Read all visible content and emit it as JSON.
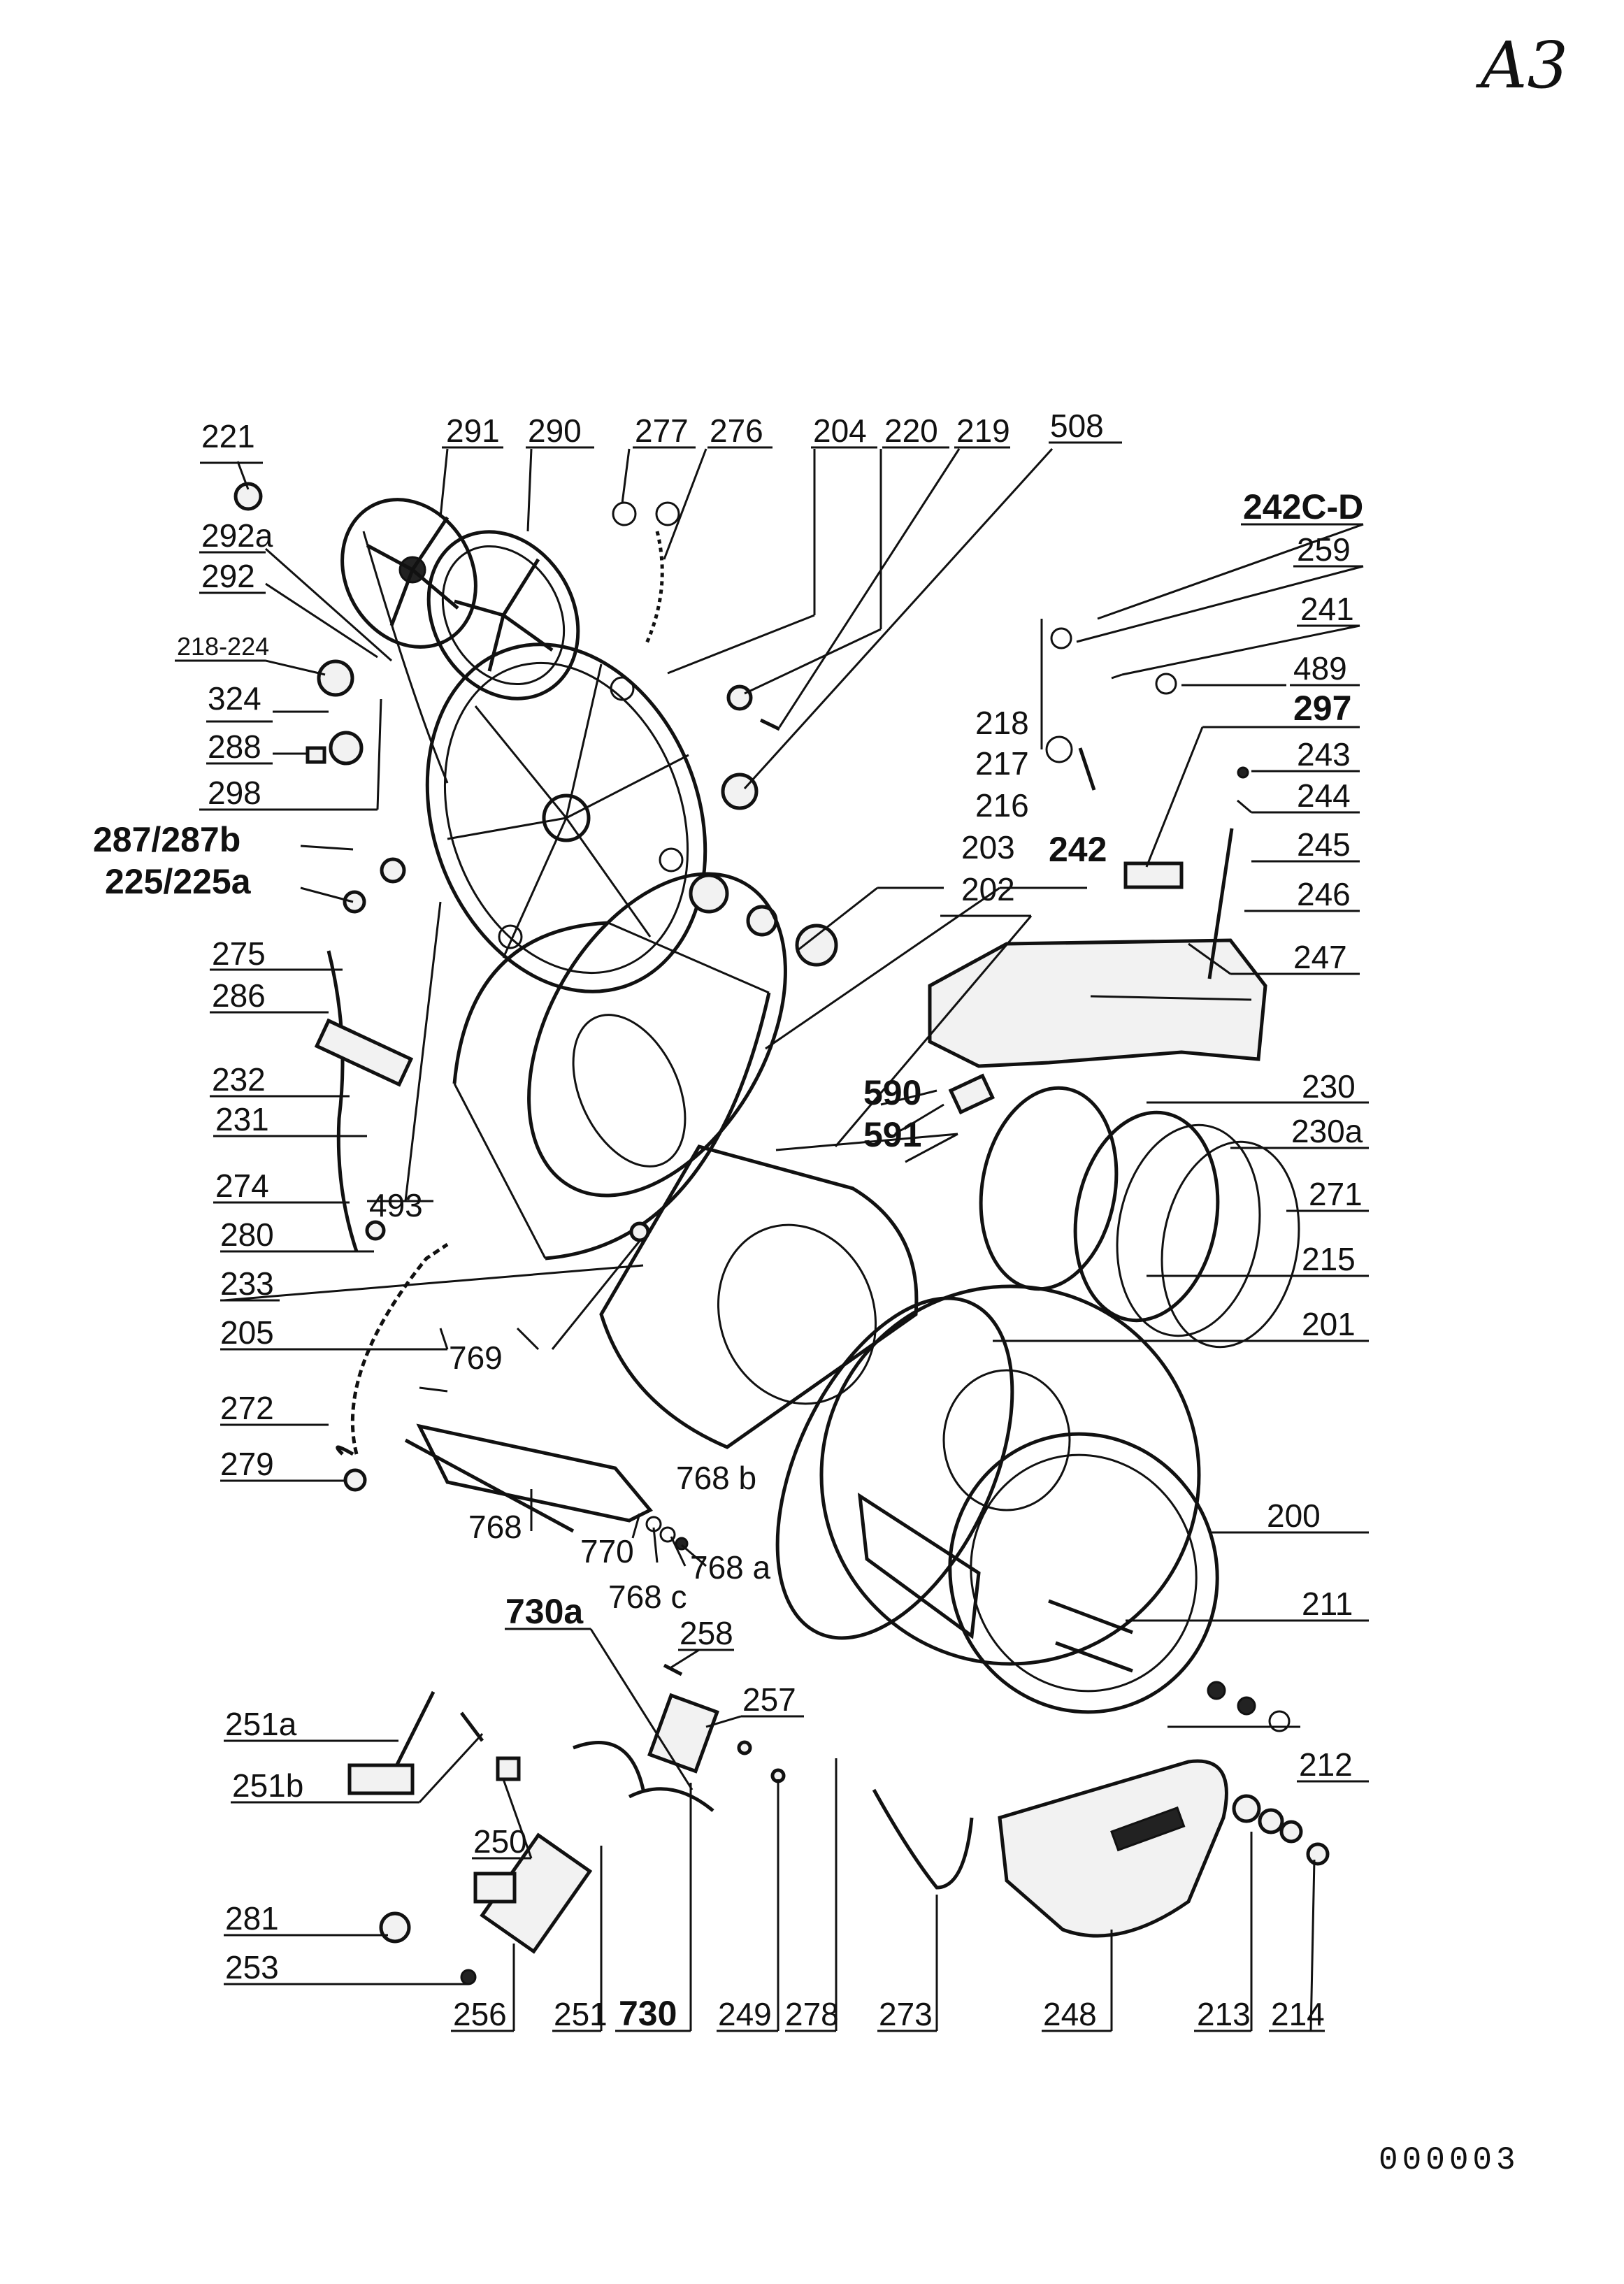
{
  "page_marker": "A3",
  "document_code": "000003",
  "part_labels": [
    "221",
    "291",
    "290",
    "277",
    "276",
    "204",
    "220",
    "219",
    "508",
    "242C-D",
    "259",
    "241",
    "489",
    "297",
    "243",
    "244",
    "245",
    "246",
    "247",
    "292a",
    "292",
    "218-224",
    "324",
    "288",
    "298",
    "287/287b",
    "225/225a",
    "218",
    "217",
    "216",
    "203",
    "202",
    "242",
    "275",
    "286",
    "232",
    "231",
    "274",
    "493",
    "280",
    "233",
    "205",
    "769",
    "272",
    "279",
    "768",
    "770",
    "768 b",
    "768 c",
    "768 a",
    "590",
    "591",
    "230",
    "230a",
    "271",
    "215",
    "201",
    "200",
    "211",
    "212",
    "213",
    "214",
    "730a",
    "258",
    "257",
    "251a",
    "251b",
    "250",
    "281",
    "253",
    "256",
    "251",
    "730",
    "249",
    "278",
    "273",
    "248"
  ]
}
